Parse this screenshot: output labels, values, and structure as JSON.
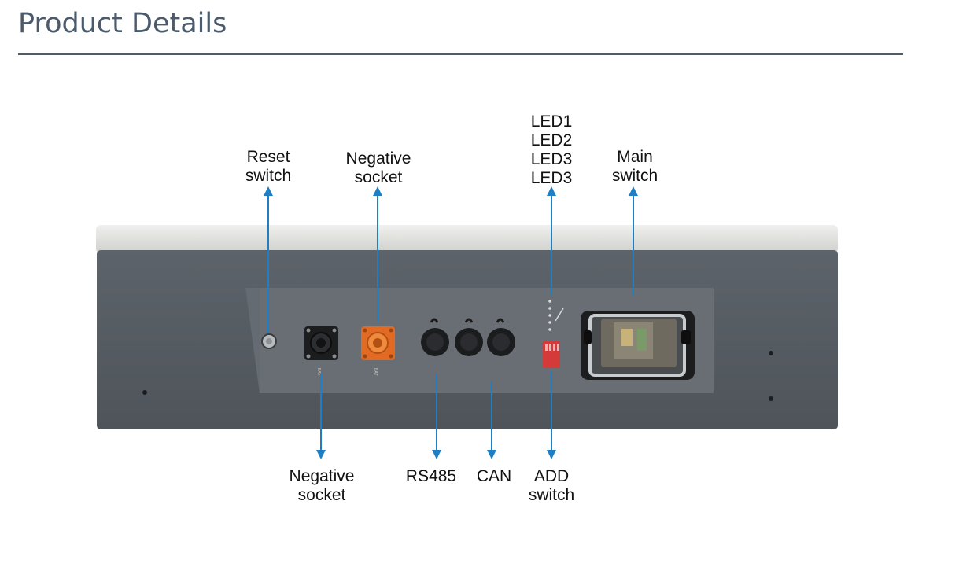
{
  "page": {
    "title": "Product Details"
  },
  "callouts": {
    "reset_switch": [
      "Reset",
      "switch"
    ],
    "negative_socket_top": [
      "Negative",
      "socket"
    ],
    "leds": [
      "LED1",
      "LED2",
      "LED3",
      "LED3"
    ],
    "main_switch": [
      "Main",
      "switch"
    ],
    "negative_socket_bottom": [
      "Negative",
      "socket"
    ],
    "rs485": "RS485",
    "can": "CAN",
    "add_switch": [
      "ADD",
      "switch"
    ]
  },
  "panel_text": {
    "bat_1": "BAT",
    "bat_2": "BAT"
  },
  "colors": {
    "arrow": "#1f7fc4",
    "panel": "#5a6067",
    "orange_socket": "#e36a22"
  }
}
